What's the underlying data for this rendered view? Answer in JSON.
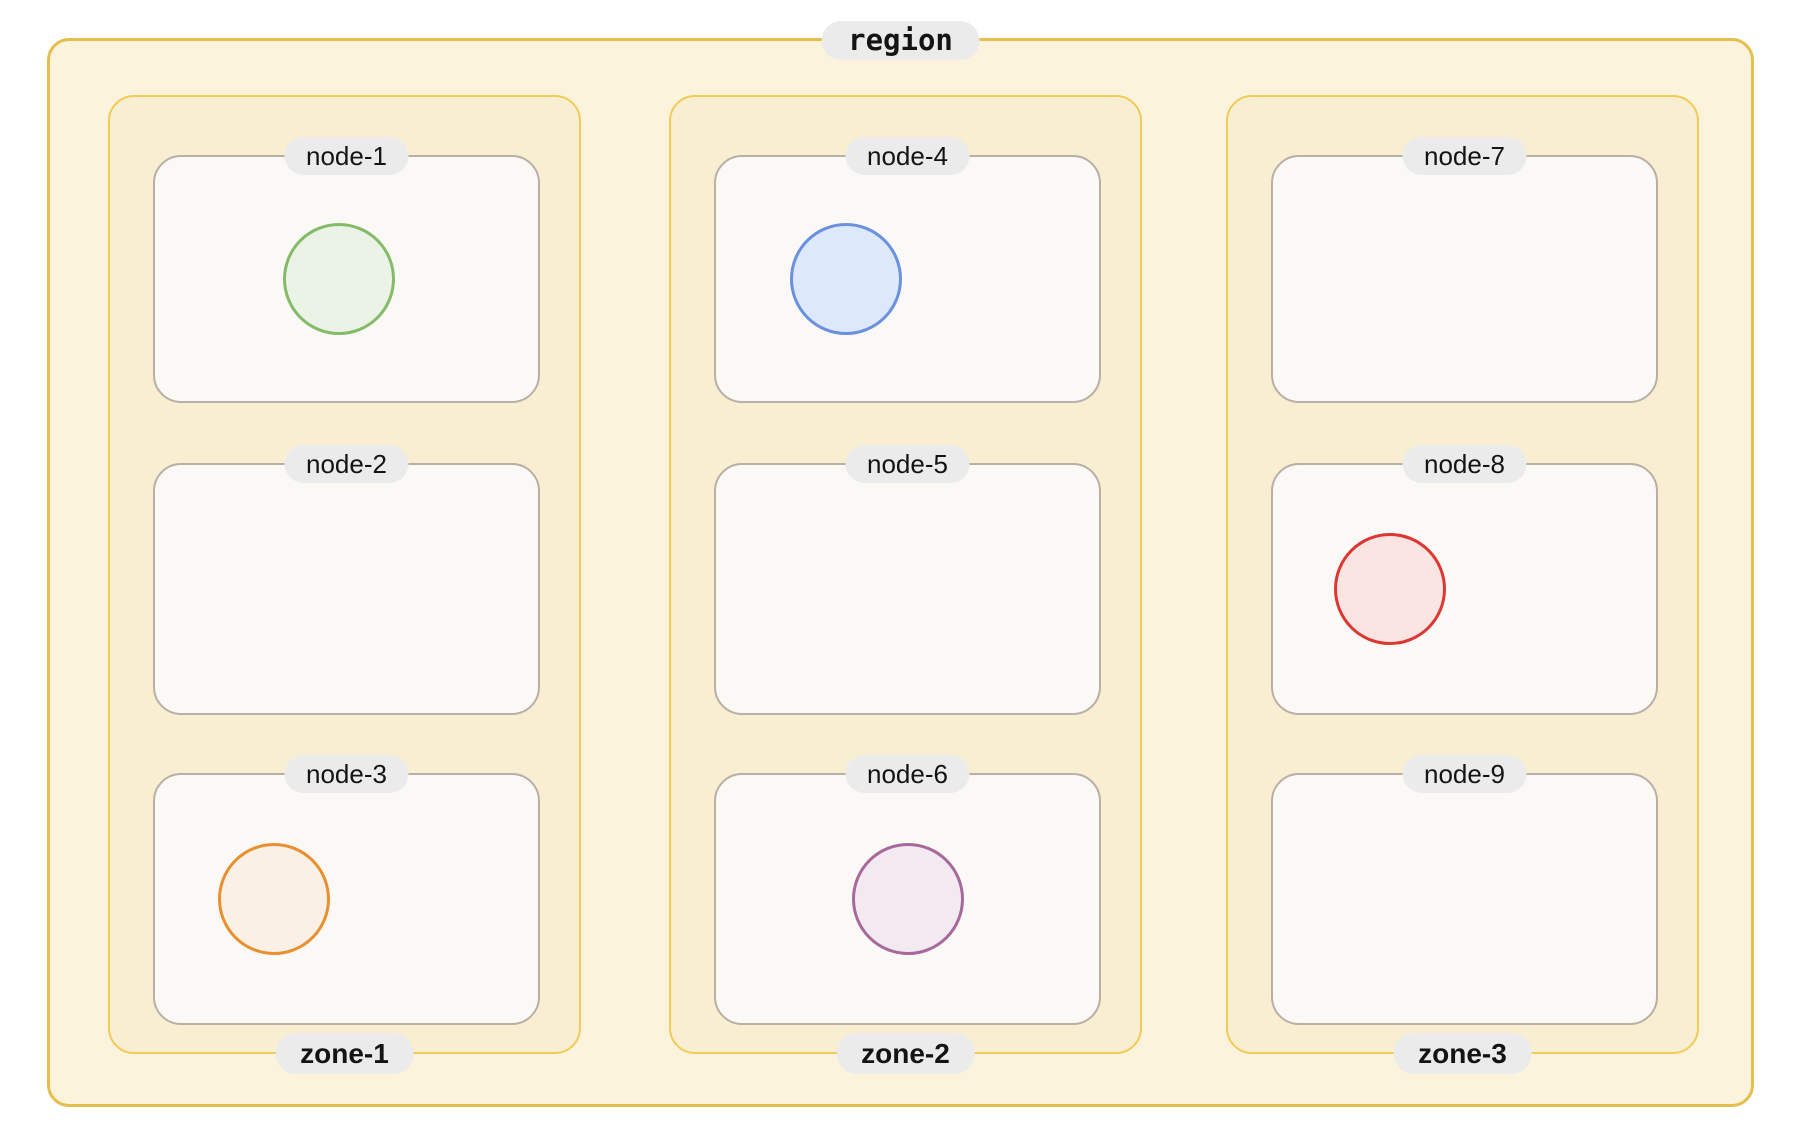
{
  "diagram": {
    "region": {
      "label": "region",
      "zones": [
        {
          "label": "zone-1",
          "nodes": [
            {
              "label": "node-1",
              "circle": {
                "status_color_stroke": "#84BB68",
                "status_color_fill": "#EBF3E6",
                "x_pct": 48
              }
            },
            {
              "label": "node-2",
              "circle": null
            },
            {
              "label": "node-3",
              "circle": {
                "status_color_stroke": "#E8902F",
                "status_color_fill": "#FAF0E5",
                "x_pct": 31
              }
            }
          ]
        },
        {
          "label": "zone-2",
          "nodes": [
            {
              "label": "node-4",
              "circle": {
                "status_color_stroke": "#6A90DE",
                "status_color_fill": "#DEE8FB",
                "x_pct": 34
              }
            },
            {
              "label": "node-5",
              "circle": null
            },
            {
              "label": "node-6",
              "circle": {
                "status_color_stroke": "#A7689B",
                "status_color_fill": "#F2EAF0",
                "x_pct": 50
              }
            }
          ]
        },
        {
          "label": "zone-3",
          "nodes": [
            {
              "label": "node-7",
              "circle": null
            },
            {
              "label": "node-8",
              "circle": {
                "status_color_stroke": "#DC3732",
                "status_color_fill": "#FAE5E3",
                "x_pct": 30.5
              }
            },
            {
              "label": "node-9",
              "circle": null
            }
          ]
        }
      ]
    },
    "palette": {
      "region_border": "#E5BE4D",
      "region_background": "#FBF3DC",
      "zone_border": "#F0CB55",
      "zone_background": "#F8EFD3",
      "node_border": "#BBAEA5",
      "node_background": "#FAF9F6",
      "label_pill_background": "#EBEBEB",
      "label_text": "#141414"
    }
  }
}
